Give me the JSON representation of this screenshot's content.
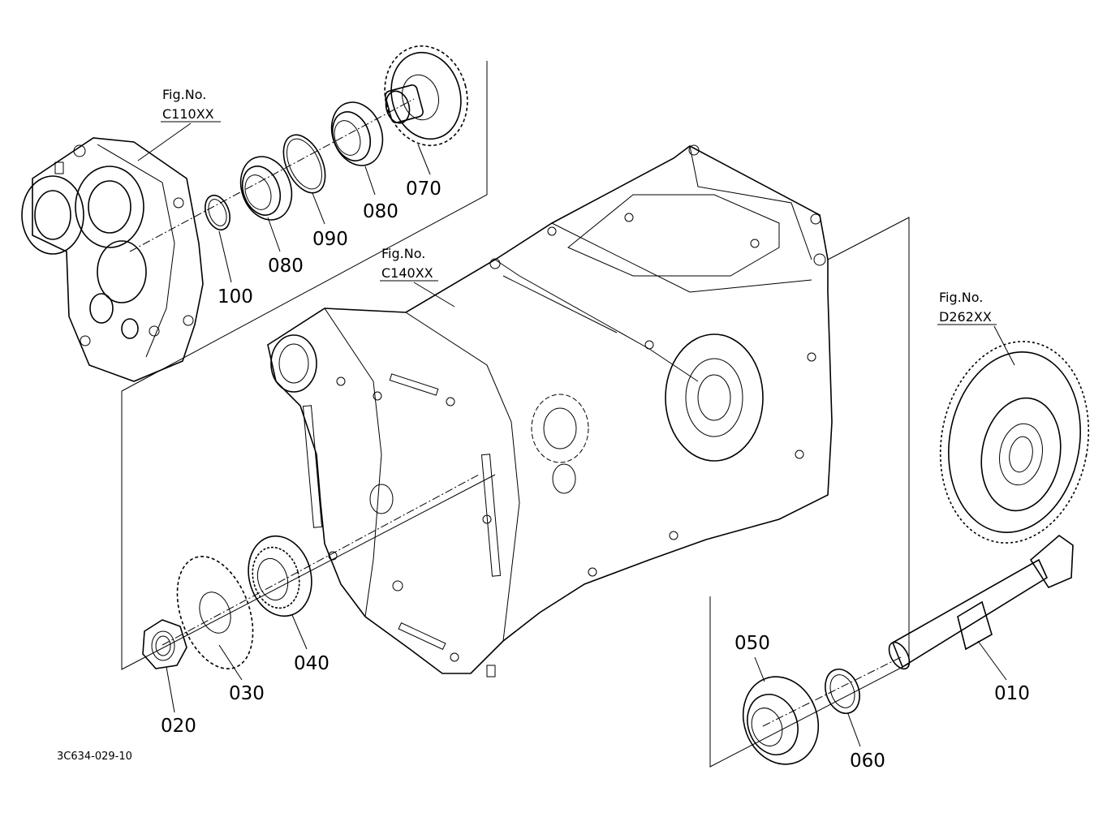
{
  "fig_refs": [
    {
      "id": "c110",
      "line1": "Fig.No.",
      "line2": "C110XX"
    },
    {
      "id": "c140",
      "line1": "Fig.No.",
      "line2": "C140XX"
    },
    {
      "id": "d262",
      "line1": "Fig.No.",
      "line2": "D262XX"
    }
  ],
  "part_labels": {
    "p010": "010",
    "p020": "020",
    "p030": "030",
    "p040": "040",
    "p050": "050",
    "p060": "060",
    "p070": "070",
    "p080a": "080",
    "p080b": "080",
    "p090": "090",
    "p100": "100"
  },
  "drawing_code": "3C634-029-10"
}
